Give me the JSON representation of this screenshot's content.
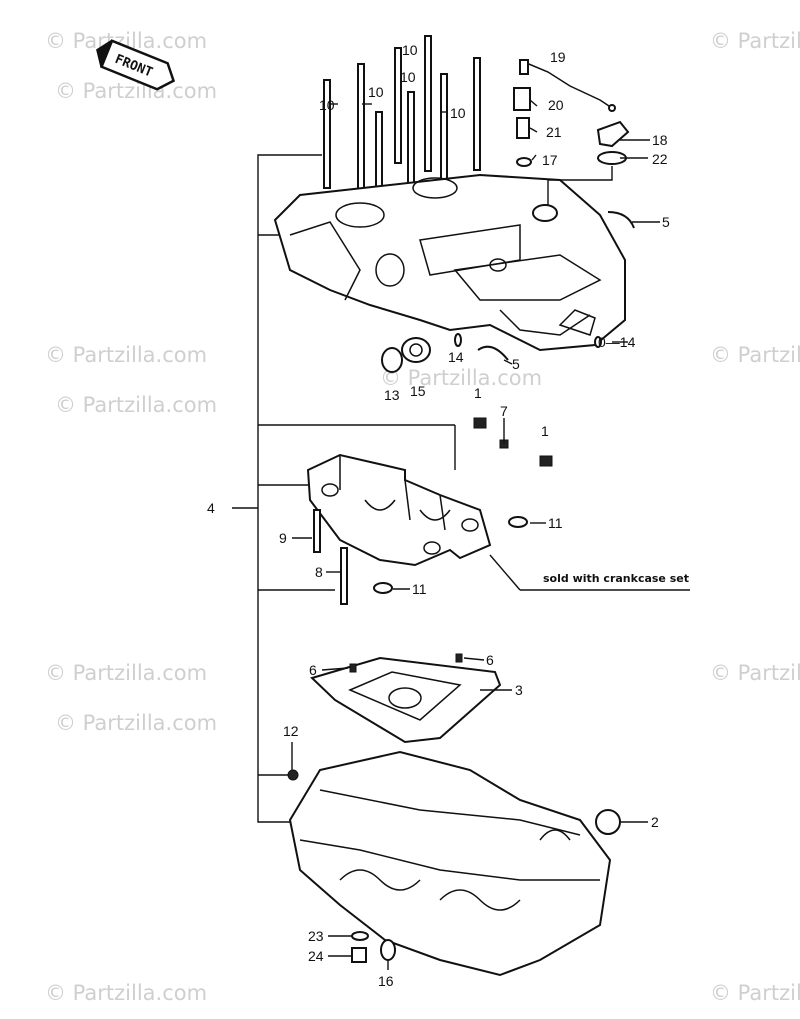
{
  "badge": {
    "text": "FRONT"
  },
  "watermarks": [
    "© Partzilla.com",
    "© Partzilla.com",
    "© Partzilla.com",
    "© Partzilla.com",
    "© Partzilla.com",
    "© Partzilla.com",
    "© Partzilla.com",
    "© Partzilla.com",
    "© Partzilla.com",
    "© Partzilla.com",
    "© Partzilla.com",
    "© Partzilla.com"
  ],
  "note": "sold with crankcase set",
  "callouts": {
    "c1a": "1",
    "c1b": "1",
    "c2": "2",
    "c3": "3",
    "c4": "4",
    "c5a": "5",
    "c5b": "5",
    "c6a": "6",
    "c6b": "6",
    "c7": "7",
    "c8": "8",
    "c9": "9",
    "c10a": "10",
    "c10b": "10",
    "c10c": "10",
    "c10d": "10",
    "c10e": "10",
    "c11a": "11",
    "c11b": "11",
    "c12": "12",
    "c13": "13",
    "c14a": "14",
    "c14b": "0—14",
    "c15": "15",
    "c16": "16",
    "c17": "17",
    "c18": "18",
    "c19": "19",
    "c20": "20",
    "c21": "21",
    "c22": "22",
    "c23": "23",
    "c24": "24"
  }
}
